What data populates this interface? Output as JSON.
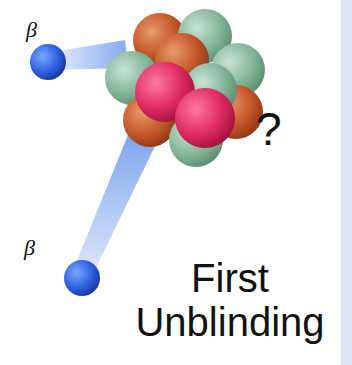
{
  "diagram": {
    "labels": [
      "β",
      "β",
      "?",
      "First Unblinding"
    ]
  }
}
